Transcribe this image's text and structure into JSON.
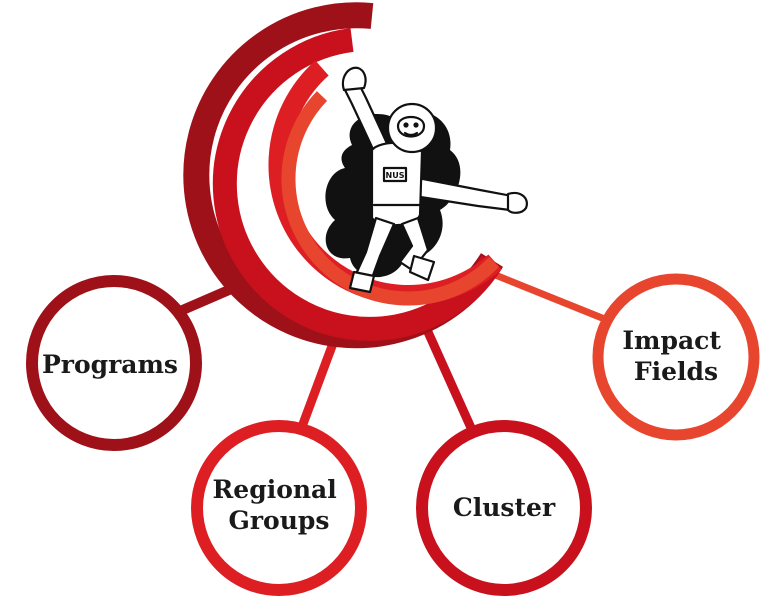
{
  "colors": {
    "dark_red": "#9e1119",
    "mid_red": "#c8111c",
    "bright_red": "#dd1f24",
    "orange_red": "#e8452f",
    "text": "#1a1a1a",
    "ink": "#111111"
  },
  "illustration": {
    "icon": "astronaut-illustration",
    "suit_badge": "NUS"
  },
  "nodes": {
    "programs": {
      "label": "Programs",
      "color": "#9e1119"
    },
    "regional_groups": {
      "line1": "Regional",
      "line2": "Groups",
      "color": "#dd1f24"
    },
    "cluster": {
      "label": "Cluster",
      "color": "#c8111c"
    },
    "impact_fields": {
      "line1": "Impact",
      "line2": "Fields",
      "color": "#e8452f"
    }
  }
}
